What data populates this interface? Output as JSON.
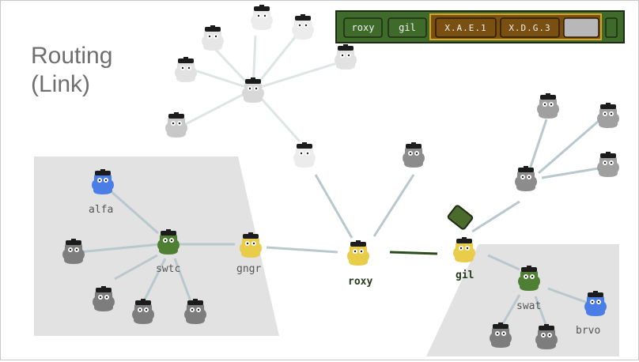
{
  "slide": {
    "title_line1": "Routing",
    "title_line2": "(Link)"
  },
  "packet_header": {
    "link_fields": [
      "roxy",
      "gil"
    ],
    "route_fields": [
      "X.A.E.1",
      "X.D.G.3"
    ],
    "colors": {
      "link_fill": "#3f6b2a",
      "route_fill": "#7a4f12",
      "frame_border": "#1e2a14",
      "route_frame": "#d9a520",
      "empty_slot": "#b8b8b8"
    }
  },
  "colors": {
    "link_active": "#2d4a1c",
    "link_inactive": "#b8c8cc",
    "region_fill": "#e2e2e2",
    "gopher_yellow": "#e8cc4a",
    "gopher_green": "#4f7f33",
    "gopher_blue": "#4a7ee6",
    "gopher_gray": "#7d7d7d",
    "gopher_faded": "#c2c2c2",
    "packet_green": "#4a6b2c"
  },
  "nodes": [
    {
      "id": "alfa",
      "label": "alfa",
      "color": "blue"
    },
    {
      "id": "swtc",
      "label": "swtc",
      "color": "green"
    },
    {
      "id": "gngr",
      "label": "gngr",
      "color": "yellow"
    },
    {
      "id": "roxy",
      "label": "roxy",
      "color": "yellow",
      "emphasis": true
    },
    {
      "id": "gil",
      "label": "gil",
      "color": "yellow",
      "emphasis": true
    },
    {
      "id": "swat",
      "label": "swat",
      "color": "green"
    },
    {
      "id": "brvo",
      "label": "brvo",
      "color": "blue"
    }
  ]
}
